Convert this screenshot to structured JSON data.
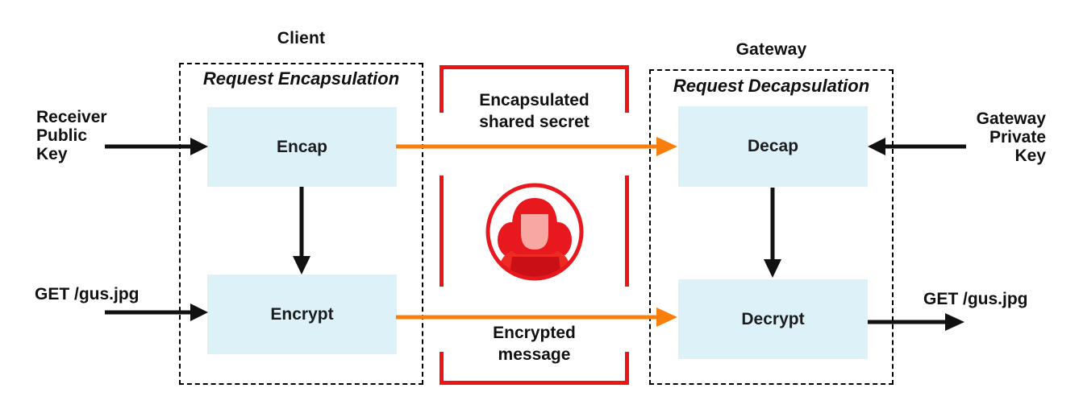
{
  "colors": {
    "node_fill": "#ddf1f9",
    "arrow_black": "#111111",
    "arrow_orange": "#f97e0c",
    "alert_red": "#ee1414",
    "icon_red": "#e8181f",
    "icon_red_dark": "#ca0f16",
    "icon_face_pink": "#f8a8a2"
  },
  "client": {
    "title": "Client",
    "subtitle": "Request Encapsulation",
    "nodes": [
      {
        "label": "Encap"
      },
      {
        "label": "Encrypt"
      }
    ]
  },
  "gateway": {
    "title": "Gateway",
    "subtitle": "Request Decapsulation",
    "nodes": [
      {
        "label": "Decap"
      },
      {
        "label": "Decrypt"
      }
    ]
  },
  "inputs": {
    "receiver_public_key": "Receiver\nPublic\nKey",
    "client_request": "GET /gus.jpg",
    "gateway_private_key": "Gateway\nPrivate\nKey",
    "decrypted_request": "GET /gus.jpg"
  },
  "channel": {
    "top_label": "Encapsulated\nshared secret",
    "bottom_label": "Encrypted\nmessage",
    "icon": "hacker-icon"
  }
}
